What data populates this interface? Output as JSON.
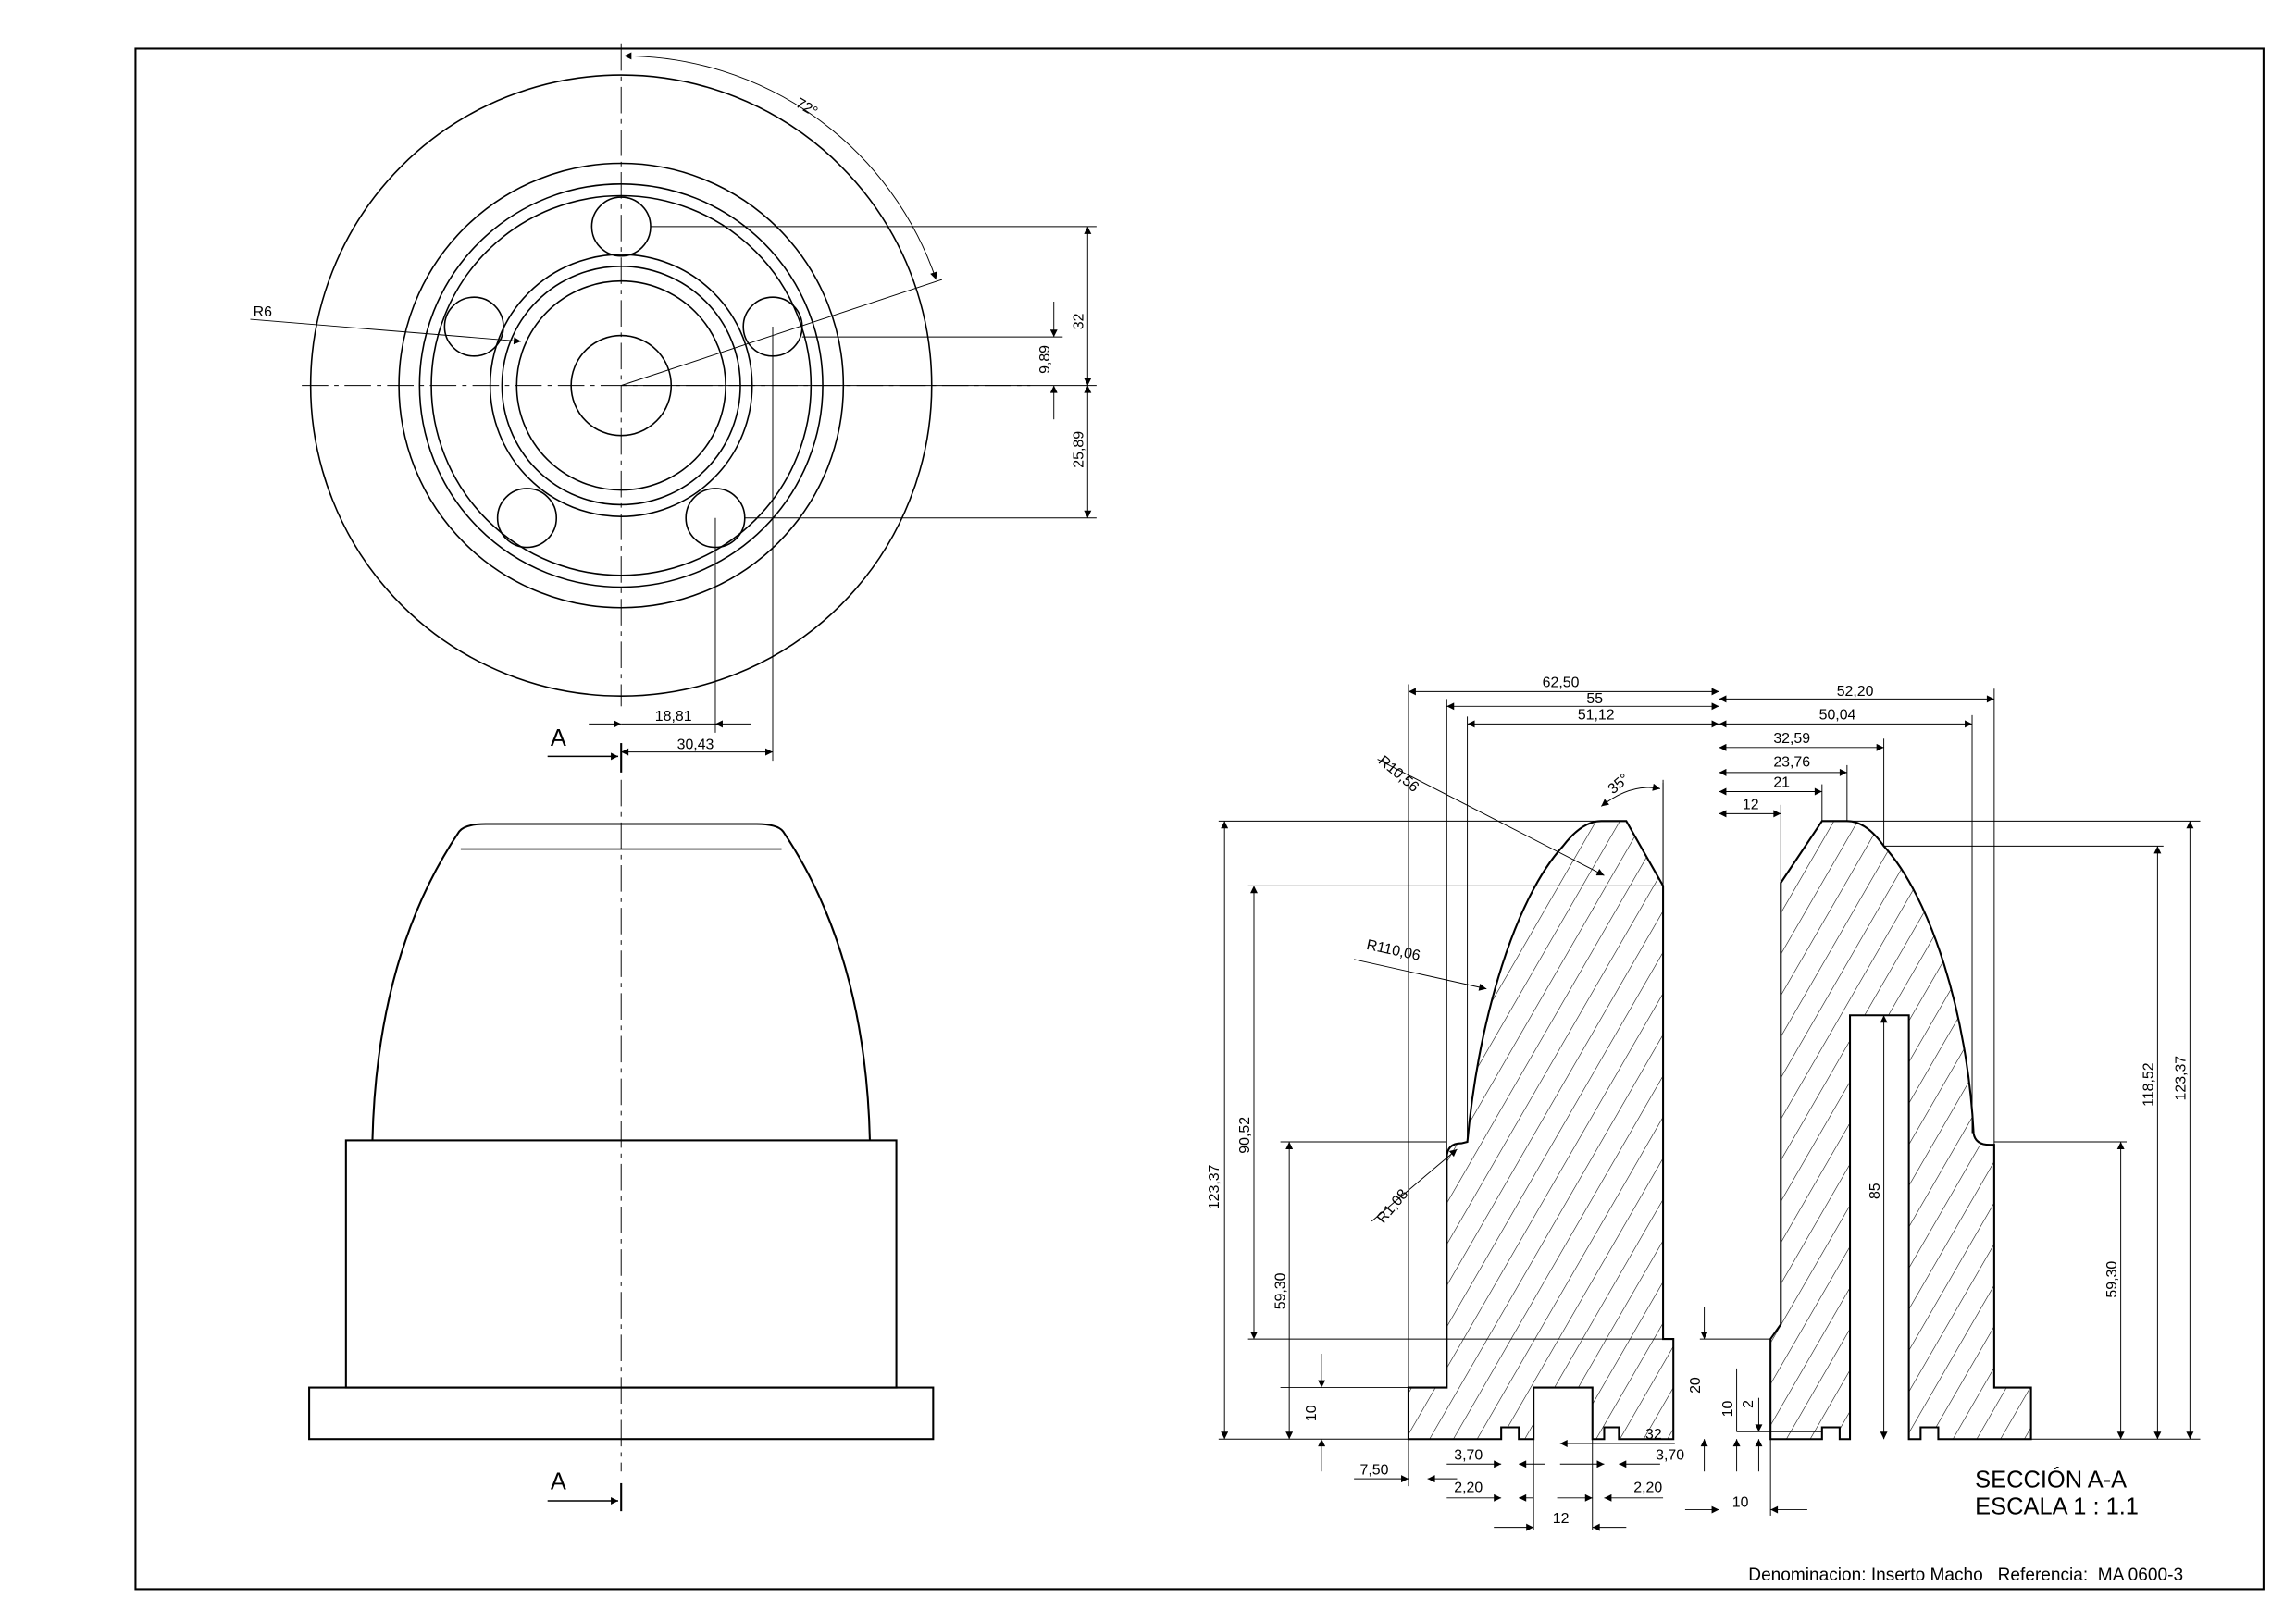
{
  "top_view": {
    "angle": "72°",
    "radius": "R6",
    "dims": {
      "d32": "32",
      "d9_89": "9,89",
      "d25_89": "25,89",
      "d18_81": "18,81",
      "d30_43": "30,43"
    }
  },
  "section_marks": {
    "top": "A",
    "bottom": "A"
  },
  "section_view": {
    "title": "SECCIÓN A-A",
    "scale": "ESCALA 1 : 1.1",
    "dims": {
      "d62_50": "62,50",
      "d55": "55",
      "d51_12": "51,12",
      "d52_20": "52,20",
      "d50_04": "50,04",
      "d32_59": "32,59",
      "d23_76": "23,76",
      "d21": "21",
      "d12_top": "12",
      "r10_56": "R10,56",
      "r110_06": "R110,06",
      "r1_08": "R1,08",
      "a35": "35°",
      "d123_37_l": "123,37",
      "d90_52": "90,52",
      "d59_30_l": "59,30",
      "d10_l": "10",
      "d20": "20",
      "d10_m": "10",
      "d2": "2",
      "d85": "85",
      "d59_30_r": "59,30",
      "d118_52": "118,52",
      "d123_37_r": "123,37",
      "d32_b": "32",
      "d3_70_l": "3,70",
      "d3_70_r": "3,70",
      "d7_50": "7,50",
      "d2_20_l": "2,20",
      "d2_20_r": "2,20",
      "d12_b": "12",
      "d10_b": "10"
    }
  },
  "title_block": {
    "text": "Denominacion: Inserto Macho   Referencia:  MA 0600-3"
  }
}
